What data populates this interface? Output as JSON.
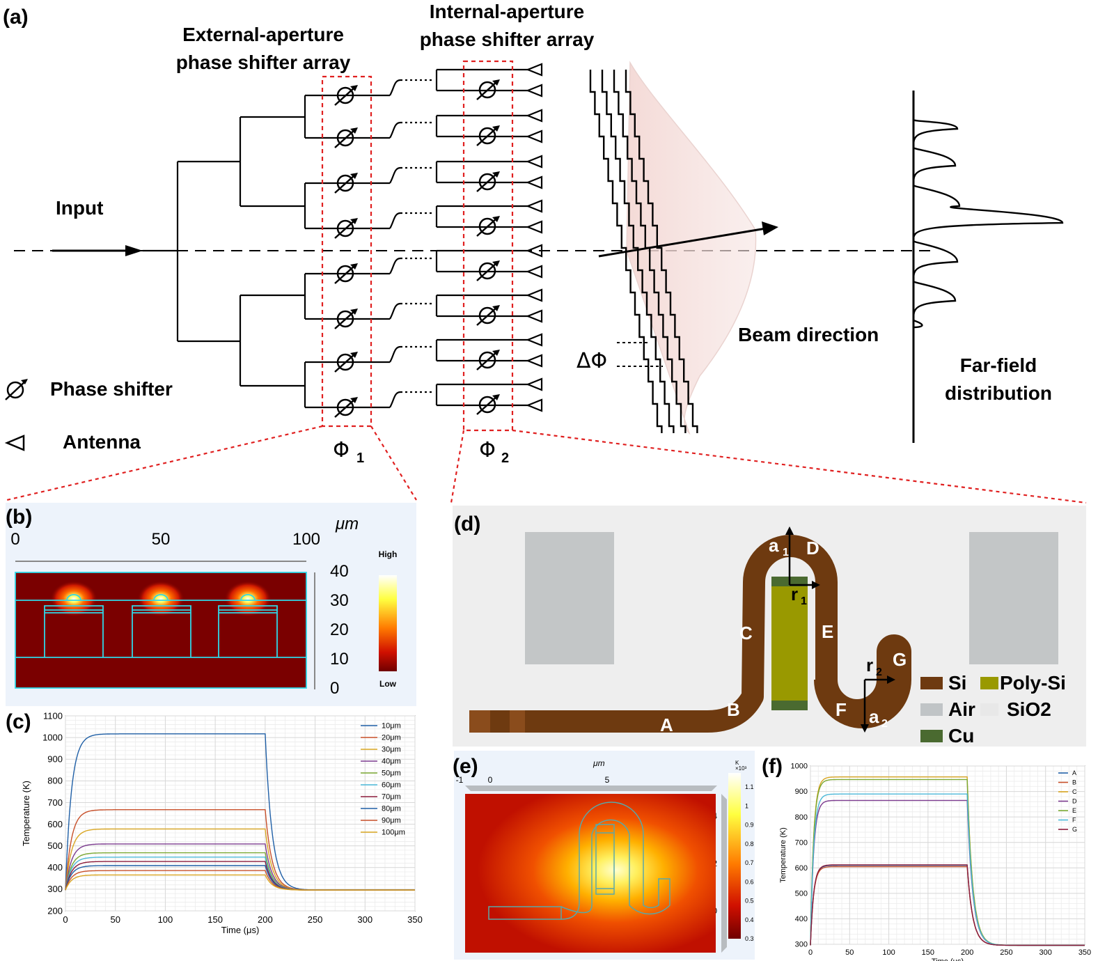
{
  "panel_a": {
    "label": "(a)",
    "external_title_1": "External-aperture",
    "external_title_2": "phase shifter array",
    "internal_title_1": "Internal-aperture",
    "internal_title_2": "phase shifter array",
    "input": "Input",
    "beam_direction": "Beam direction",
    "farfield_1": "Far-field",
    "farfield_2": "distribution",
    "delta_phi": "ΔΦ",
    "phi1": "Φ",
    "phi1_sub": "1",
    "phi2": "Φ",
    "phi2_sub": "2",
    "legend_phase_shifter": "Phase shifter",
    "legend_antenna": "Antenna"
  },
  "panel_b": {
    "label": "(b)",
    "unit": "μm",
    "x_ticks": [
      "0",
      "50",
      "100"
    ],
    "y_ticks": [
      "40",
      "30",
      "20",
      "10",
      "0"
    ],
    "colorbar_high": "High",
    "colorbar_low": "Low"
  },
  "panel_c": {
    "label": "(c)",
    "xlabel": "Time (μs)",
    "ylabel": "Temperature (K)",
    "x_ticks": [
      "0",
      "50",
      "100",
      "150",
      "200",
      "250",
      "300",
      "350"
    ],
    "y_ticks": [
      "1100",
      "1000",
      "900",
      "800",
      "700",
      "600",
      "500",
      "400",
      "300",
      "200"
    ]
  },
  "panel_d": {
    "label": "(d)",
    "segments": [
      "A",
      "B",
      "C",
      "D",
      "E",
      "F",
      "G"
    ],
    "a1": "a",
    "a1_sub": "1",
    "r1": "r",
    "r1_sub": "1",
    "r2": "r",
    "r2_sub": "2",
    "a2": "a",
    "a2_sub": "2",
    "legend": [
      "Si",
      "Poly-Si",
      "Air",
      "SiO2",
      "Cu"
    ],
    "colors": {
      "si": "#6e3a10",
      "polysi": "#9a9a00",
      "air": "#c0c4c6",
      "cu": "#4a6a30",
      "sio2": "#ececec"
    }
  },
  "panel_e": {
    "label": "(e)",
    "unit": "μm",
    "x_ticks": [
      "-1",
      "0",
      "5"
    ],
    "y_ticks": [
      "4",
      "2",
      "0"
    ],
    "cb_unit": "K",
    "cb_exp": "×10³",
    "cb_ticks": [
      "1.1",
      "1",
      "0.9",
      "0.8",
      "0.7",
      "0.6",
      "0.5",
      "0.4",
      "0.3"
    ]
  },
  "panel_f": {
    "label": "(f)",
    "xlabel": "Time (μs)",
    "ylabel": "Temperature (K)",
    "x_ticks": [
      "0",
      "50",
      "100",
      "150",
      "200",
      "250",
      "300",
      "350"
    ],
    "y_ticks": [
      "1000",
      "900",
      "800",
      "700",
      "600",
      "500",
      "400",
      "300"
    ]
  },
  "chart_data": [
    {
      "type": "line",
      "xlabel": "Time (μs)",
      "ylabel": "Temperature (K)",
      "xlim": [
        0,
        350
      ],
      "ylim": [
        200,
        1100
      ],
      "series": [
        {
          "name": "10μm",
          "color": "#1f5fa6",
          "steady": 1017
        },
        {
          "name": "20μm",
          "color": "#c8502a",
          "steady": 667
        },
        {
          "name": "30μm",
          "color": "#d9a520",
          "steady": 578
        },
        {
          "name": "40μm",
          "color": "#7b3a8e",
          "steady": 509
        },
        {
          "name": "50μm",
          "color": "#7aa832",
          "steady": 468
        },
        {
          "name": "60μm",
          "color": "#4ab8d8",
          "steady": 448
        },
        {
          "name": "70μm",
          "color": "#8a1a3a",
          "steady": 428
        },
        {
          "name": "80μm",
          "color": "#1f5fa6",
          "steady": 409
        },
        {
          "name": "90μm",
          "color": "#c8502a",
          "steady": 386
        },
        {
          "name": "100μm",
          "color": "#d9a520",
          "steady": 366
        }
      ],
      "pulse_end": 200,
      "baseline": 296
    },
    {
      "type": "line",
      "xlabel": "Time (μs)",
      "ylabel": "Temperature (K)",
      "xlim": [
        0,
        350
      ],
      "ylim": [
        300,
        1000
      ],
      "series": [
        {
          "name": "A",
          "color": "#1f5fa6",
          "steady": 610
        },
        {
          "name": "B",
          "color": "#c8502a",
          "steady": 605
        },
        {
          "name": "C",
          "color": "#d9a520",
          "steady": 957
        },
        {
          "name": "D",
          "color": "#7b3a8e",
          "steady": 865
        },
        {
          "name": "E",
          "color": "#7aa832",
          "steady": 947
        },
        {
          "name": "F",
          "color": "#4ab8d8",
          "steady": 890
        },
        {
          "name": "G",
          "color": "#8a1a3a",
          "steady": 612
        }
      ],
      "pulse_end": 200,
      "baseline": 296
    }
  ]
}
